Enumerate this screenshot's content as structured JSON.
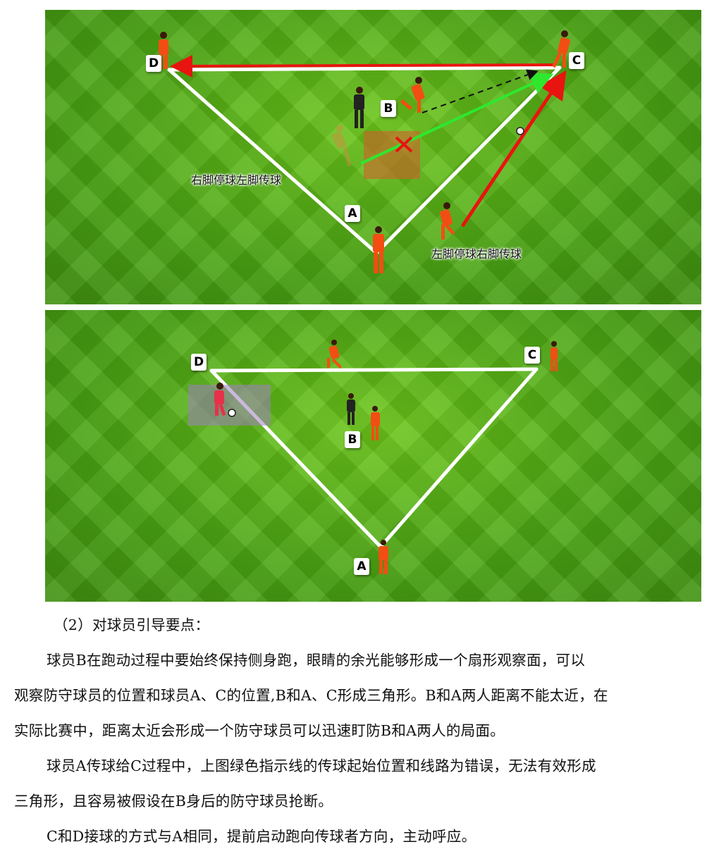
{
  "figure1": {
    "labels": {
      "D": "D",
      "C": "C",
      "B": "B",
      "A": "A"
    },
    "caption_right_foot": "右脚停球左脚传球",
    "caption_left_foot": "左脚停球右脚传球",
    "colors": {
      "wrong_pass": "#2ee82e",
      "pass": "#e8140f",
      "run": "#111111",
      "player": "#f24e13"
    }
  },
  "figure2": {
    "labels": {
      "D": "D",
      "C": "C",
      "B": "B",
      "A": "A"
    }
  },
  "text": {
    "heading": "（2）对球员引导要点：",
    "para1_line1": "球员B在跑动过程中要始终保持侧身跑，眼睛的余光能够形成一个扇形观察面，可以",
    "para1_line2": "观察防守球员的位置和球员A、C的位置,B和A、C形成三角形。B和A两人距离不能太近，在",
    "para1_line3": "实际比赛中，距离太近会形成一个防守球员可以迅速盯防B和A两人的局面。",
    "para2_line1": "球员A传球给C过程中，上图绿色指示线的传球起始位置和线路为错误，无法有效形成",
    "para2_line2": "三角形，且容易被假设在B身后的防守球员抢断。",
    "para3_line1": "C和D接球的方式与A相同，提前启动跑向传球者方向，主动呼应。"
  }
}
